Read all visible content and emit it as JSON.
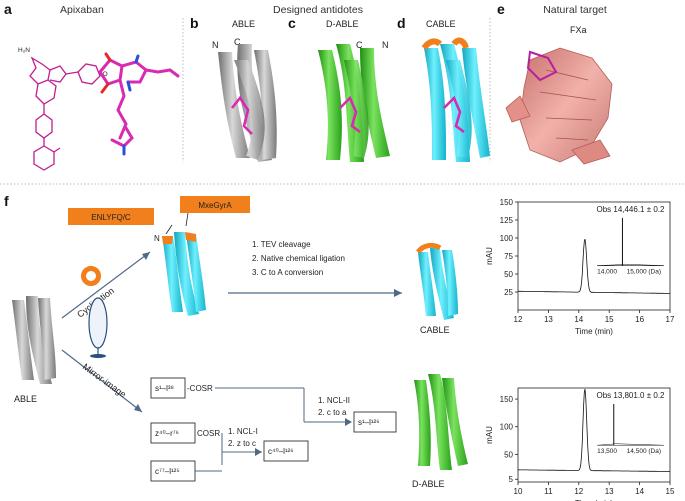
{
  "panels": {
    "a": {
      "letter": "a",
      "title": "Apixaban"
    },
    "b": {
      "letter": "b",
      "title": "ABLE",
      "n": "N",
      "c": "C"
    },
    "c": {
      "letter": "c",
      "title": "D-ABLE",
      "n": "N",
      "c": "C"
    },
    "d": {
      "letter": "d",
      "title": "CABLE"
    },
    "e": {
      "letter": "e",
      "title": "FXa"
    },
    "f": {
      "letter": "f"
    }
  },
  "headers": {
    "designed": "Designed antidotes",
    "natural": "Natural target"
  },
  "molecule": {
    "amide": "H₂N",
    "methoxy": "–O"
  },
  "scheme": {
    "tag_left": "ENLYFQ/C",
    "tag_right": "MxeGyrA",
    "n_label": "N",
    "cyclization": "Cyclization",
    "mirror": "Mirror-image",
    "able": "ABLE",
    "cable": "CABLE",
    "d_able": "D-ABLE",
    "steps_top": [
      "1. TEV cleavage",
      "2. Native chemical ligation",
      "3. C to A conversion"
    ],
    "frag1": "s¹–l³⁸",
    "frag1_suffix": "-COSR",
    "frag2": "z⁴⁰–r⁷⁶",
    "frag2_suffix": "COSR",
    "frag3": "c⁷⁷–l¹²⁵",
    "mid": "c⁴⁰–l¹²⁶",
    "final": "s¹–l¹²⁶",
    "ncl1": [
      "1. NCL-I",
      "2. z to c"
    ],
    "ncl2": [
      "1. NCL-II",
      "2. c to a"
    ]
  },
  "chart_data": [
    {
      "type": "line",
      "title": "Obs 14,446.1 ± 0.2",
      "xlabel": "Time (min)",
      "ylabel": "mAU",
      "xlim": [
        12,
        17
      ],
      "ylim": [
        0,
        150
      ],
      "xticks": [
        12,
        13,
        14,
        15,
        16,
        17
      ],
      "yticks": [
        25,
        50,
        75,
        100,
        125,
        150
      ],
      "peak_time": 14.2,
      "peak_height": 100,
      "baseline": 26,
      "inset": {
        "xticks": [
          "14,000",
          "15,000 (Da)"
        ],
        "peak_frac": 0.38
      }
    },
    {
      "type": "line",
      "title": "Obs 13,801.0 ± 0.2",
      "xlabel": "Time (min)",
      "ylabel": "mAU",
      "xlim": [
        10,
        15
      ],
      "ylim": [
        0,
        170
      ],
      "xticks": [
        10,
        11,
        12,
        13,
        14,
        15
      ],
      "yticks": [
        5,
        50,
        100,
        150
      ],
      "peak_time": 12.2,
      "peak_height": 170,
      "baseline": 22,
      "inset": {
        "xticks": [
          "13,500",
          "14,500 (Da)"
        ],
        "peak_frac": 0.25
      }
    }
  ]
}
